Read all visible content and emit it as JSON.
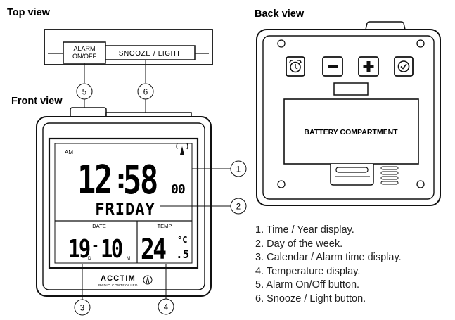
{
  "titles": {
    "top_view": "Top view",
    "front_view": "Front view",
    "back_view": "Back view"
  },
  "top_view": {
    "alarm_button_line1": "ALARM",
    "alarm_button_line2": "ON/OFF",
    "snooze_button": "SNOOZE / LIGHT"
  },
  "display": {
    "am_indicator": "AM",
    "time_hours": "12",
    "time_minutes": "58",
    "seconds": "00",
    "day": "FRIDAY",
    "date_label": "DATE",
    "date_day": "19",
    "date_day_suffix": "D",
    "date_month": "10",
    "date_month_suffix": "M",
    "temp_label": "TEMP",
    "temp_value": "24",
    "temp_unit": "°C",
    "temp_decimal": ".5",
    "brand": "ACCTIM",
    "brand_sub": "RADIO CONTROLLED"
  },
  "back_view": {
    "battery_compartment": "BATTERY COMPARTMENT",
    "buttons": [
      "alarm-clock-icon",
      "minus-icon",
      "plus-icon",
      "check-clock-icon"
    ]
  },
  "callouts": [
    "1",
    "2",
    "3",
    "4",
    "5",
    "6"
  ],
  "legend": [
    "1. Time / Year display.",
    "2. Day of the week.",
    "3. Calendar / Alarm time display.",
    "4. Temperature display.",
    "5. Alarm On/Off button.",
    "6. Snooze / Light button."
  ]
}
